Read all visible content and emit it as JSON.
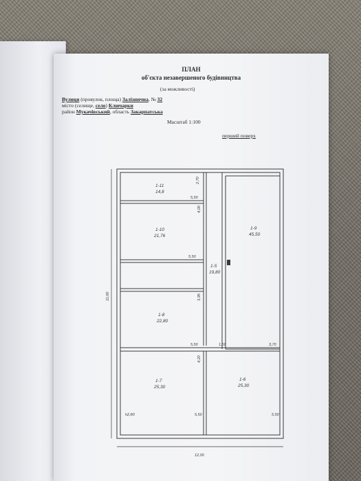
{
  "doc": {
    "title": "ПЛАН",
    "subtitle": "об'єкта незавершеного будівництва",
    "note": "(за можливості)",
    "street_label": "Вулиця",
    "street_rest": " (провулок, площа) ",
    "street_name": "Залізнична",
    "number_label": ", № ",
    "number": "32",
    "city_prefix": "місто (селище, ",
    "city_type": "село",
    "city_mid": ") ",
    "city_name": "Ключарки",
    "district_prefix": "район ",
    "district_name": "Мукачівський",
    "region_prefix": ", область ",
    "region_name": "Закарпатська",
    "scale": "Масштаб 1:100",
    "floor": "перший поверх"
  },
  "plan": {
    "rooms": [
      {
        "id": "1-11",
        "area": "14,8"
      },
      {
        "id": "1-10",
        "area": "21,76"
      },
      {
        "id": "1-9",
        "area": "45,50"
      },
      {
        "id": "1-5",
        "area": "19,80"
      },
      {
        "id": "1-8",
        "area": "22,80"
      },
      {
        "id": "1-7",
        "area": "25,30"
      },
      {
        "id": "1-6",
        "area": "25,30"
      }
    ],
    "dimensions": {
      "total_width": "12,00",
      "total_height": "11,00",
      "d_550_a": "5,50",
      "d_550_b": "5,50",
      "d_550_c": "5,50",
      "d_550_d": "5,50",
      "d_550_e": "5,50",
      "d_370": "3,70",
      "d_160": "1,60",
      "d_280": "h2,80",
      "d_270": "2,70",
      "d_400": "4,00",
      "d_395": "3,95",
      "d_420": "4,20"
    }
  }
}
